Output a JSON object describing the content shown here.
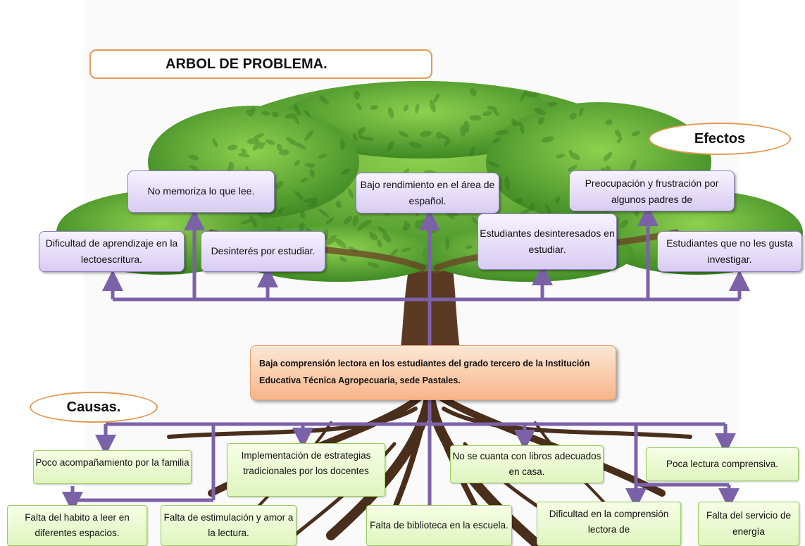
{
  "title": "ARBOL DE PROBLEMA.",
  "effects_label": "Efectos",
  "causes_label": "Causas.",
  "core_problem": "Baja comprensión lectora en los estudiantes del grado tercero de la Institución Educativa Técnica Agropecuaria, sede Pastales.",
  "effects": [
    "No memoriza lo que lee.",
    "Bajo rendimiento en el área de español.",
    "Preocupación y frustración por algunos padres de",
    "Dificultad de aprendizaje en la lectoescritura.",
    "Desinterés por estudiar.",
    "Estudiantes desinteresados en estudiar.",
    "Estudiantes que no les gusta investigar."
  ],
  "causes": [
    "Poco acompañamiento por la familia",
    "Implementación de estrategias tradicionales por los docentes",
    "No se cuanta con libros adecuados en casa.",
    "Poca lectura comprensiva.",
    "Falta del habito a leer en diferentes espacios.",
    "Falta de estimulación y amor a la lectura.",
    "Falta de biblioteca en la escuela.",
    "Dificultad en la comprensión lectora de",
    "Falta del servicio de energía"
  ],
  "colors": {
    "connector": "#7b62a8",
    "effect_box": "#d8ccf2",
    "cause_box": "#dff5bf",
    "core_box": "#f6b58a",
    "label_border": "#e39a55",
    "foliage": "#4e9a2f",
    "trunk": "#5b3a24"
  }
}
